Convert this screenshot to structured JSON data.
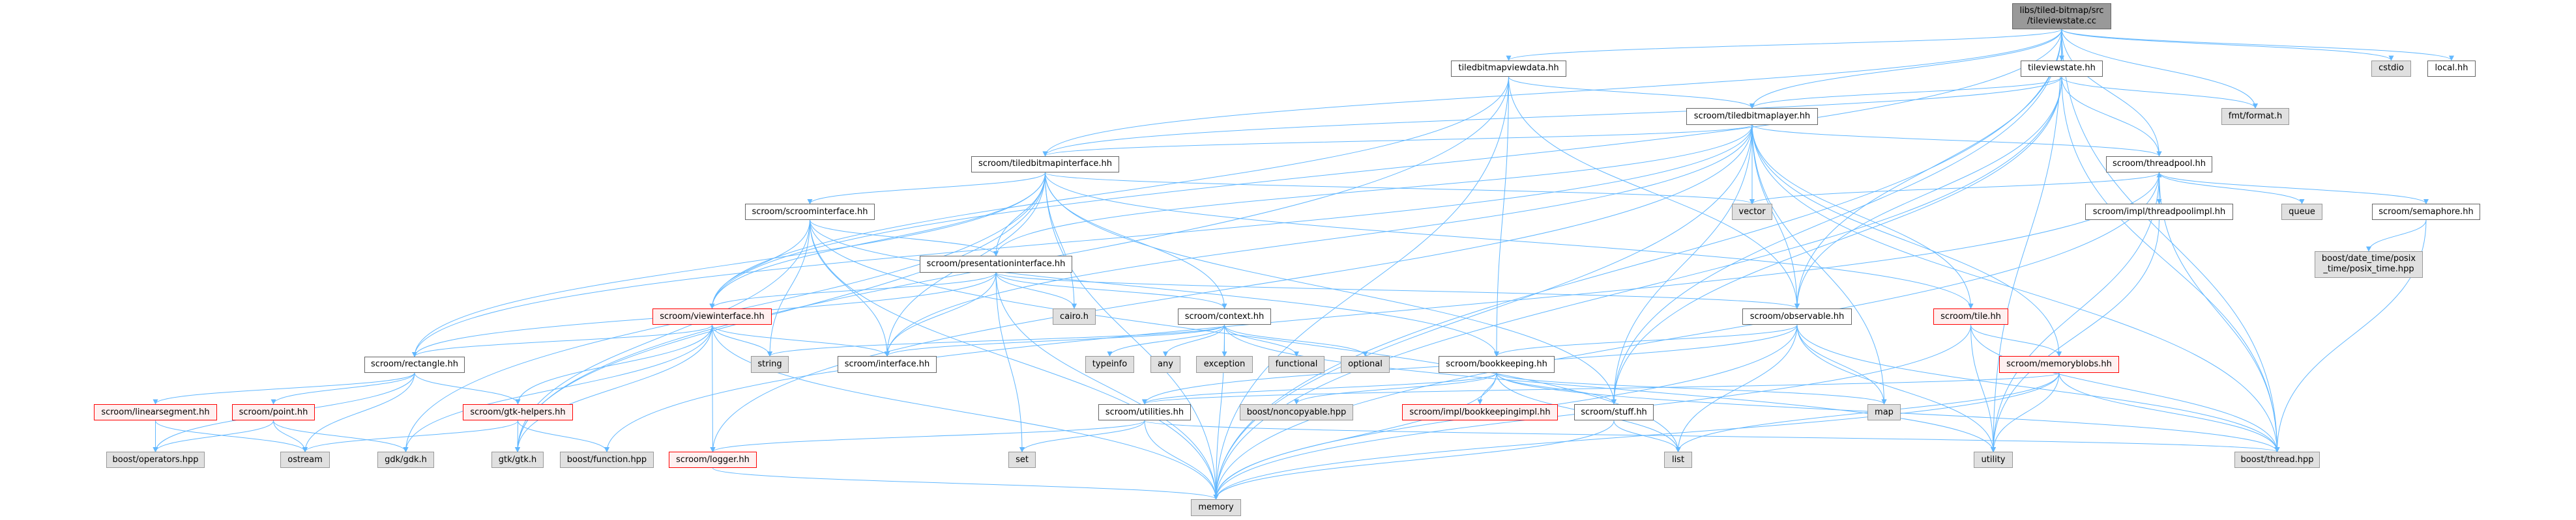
{
  "graph": {
    "title": "libs/tiled-bitmap/src/tileviewstate.cc",
    "edge_color": "#63b8ff",
    "nodes": [
      {
        "id": "main",
        "label": "libs/tiled-bitmap/src\n/tileviewstate.cc",
        "kind": "main"
      },
      {
        "id": "tileviewstate-hh",
        "label": "tileviewstate.hh",
        "kind": "file"
      },
      {
        "id": "cstdio",
        "label": "cstdio",
        "kind": "sys"
      },
      {
        "id": "local-hh",
        "label": "local.hh",
        "kind": "file"
      },
      {
        "id": "fmt-format",
        "label": "fmt/format.h",
        "kind": "sys"
      },
      {
        "id": "tiledbitmapviewdata",
        "label": "tiledbitmapviewdata.hh",
        "kind": "file"
      },
      {
        "id": "tiledbitmaplayer",
        "label": "scroom/tiledbitmaplayer.hh",
        "kind": "file"
      },
      {
        "id": "tiledbitmapinterface",
        "label": "scroom/tiledbitmapinterface.hh",
        "kind": "file"
      },
      {
        "id": "threadpool",
        "label": "scroom/threadpool.hh",
        "kind": "file"
      },
      {
        "id": "scroominterface",
        "label": "scroom/scroominterface.hh",
        "kind": "file"
      },
      {
        "id": "vector",
        "label": "vector",
        "kind": "sys"
      },
      {
        "id": "threadpoolimpl",
        "label": "scroom/impl/threadpoolimpl.hh",
        "kind": "file"
      },
      {
        "id": "queue",
        "label": "queue",
        "kind": "sys"
      },
      {
        "id": "semaphore",
        "label": "scroom/semaphore.hh",
        "kind": "file"
      },
      {
        "id": "presentationinterface",
        "label": "scroom/presentationinterface.hh",
        "kind": "file"
      },
      {
        "id": "posix-time",
        "label": "boost/date_time/posix\n_time/posix_time.hpp",
        "kind": "sys"
      },
      {
        "id": "viewinterface",
        "label": "scroom/viewinterface.hh",
        "kind": "trunc"
      },
      {
        "id": "cairo",
        "label": "cairo.h",
        "kind": "sys"
      },
      {
        "id": "context",
        "label": "scroom/context.hh",
        "kind": "file"
      },
      {
        "id": "observable",
        "label": "scroom/observable.hh",
        "kind": "file"
      },
      {
        "id": "tile",
        "label": "scroom/tile.hh",
        "kind": "trunc"
      },
      {
        "id": "rectangle",
        "label": "scroom/rectangle.hh",
        "kind": "file"
      },
      {
        "id": "string",
        "label": "string",
        "kind": "sys"
      },
      {
        "id": "interface",
        "label": "scroom/interface.hh",
        "kind": "file"
      },
      {
        "id": "typeinfo",
        "label": "typeinfo",
        "kind": "sys"
      },
      {
        "id": "any",
        "label": "any",
        "kind": "sys"
      },
      {
        "id": "exception",
        "label": "exception",
        "kind": "sys"
      },
      {
        "id": "functional",
        "label": "functional",
        "kind": "sys"
      },
      {
        "id": "optional",
        "label": "optional",
        "kind": "sys"
      },
      {
        "id": "bookkeeping",
        "label": "scroom/bookkeeping.hh",
        "kind": "file"
      },
      {
        "id": "memoryblobs",
        "label": "scroom/memoryblobs.hh",
        "kind": "trunc"
      },
      {
        "id": "linearsegment",
        "label": "scroom/linearsegment.hh",
        "kind": "trunc"
      },
      {
        "id": "point",
        "label": "scroom/point.hh",
        "kind": "trunc"
      },
      {
        "id": "gtk-helpers",
        "label": "scroom/gtk-helpers.hh",
        "kind": "trunc"
      },
      {
        "id": "utilities",
        "label": "scroom/utilities.hh",
        "kind": "file"
      },
      {
        "id": "noncopyable",
        "label": "boost/noncopyable.hpp",
        "kind": "sys"
      },
      {
        "id": "bookkeepingimpl",
        "label": "scroom/impl/bookkeepingimpl.hh",
        "kind": "trunc"
      },
      {
        "id": "stuff",
        "label": "scroom/stuff.hh",
        "kind": "file"
      },
      {
        "id": "map",
        "label": "map",
        "kind": "sys"
      },
      {
        "id": "boost-operators",
        "label": "boost/operators.hpp",
        "kind": "sys"
      },
      {
        "id": "ostream",
        "label": "ostream",
        "kind": "sys"
      },
      {
        "id": "gdk",
        "label": "gdk/gdk.h",
        "kind": "sys"
      },
      {
        "id": "gtk",
        "label": "gtk/gtk.h",
        "kind": "sys"
      },
      {
        "id": "boost-function",
        "label": "boost/function.hpp",
        "kind": "sys"
      },
      {
        "id": "logger",
        "label": "scroom/logger.hh",
        "kind": "trunc"
      },
      {
        "id": "set",
        "label": "set",
        "kind": "sys"
      },
      {
        "id": "list",
        "label": "list",
        "kind": "sys"
      },
      {
        "id": "utility",
        "label": "utility",
        "kind": "sys"
      },
      {
        "id": "boost-thread",
        "label": "boost/thread.hpp",
        "kind": "sys"
      },
      {
        "id": "memory",
        "label": "memory",
        "kind": "sys"
      }
    ],
    "edges": [
      [
        "main",
        "tileviewstate-hh"
      ],
      [
        "main",
        "fmt-format"
      ],
      [
        "main",
        "cstdio"
      ],
      [
        "main",
        "local-hh"
      ],
      [
        "main",
        "threadpool"
      ],
      [
        "main",
        "tiledbitmaplayer"
      ],
      [
        "main",
        "tiledbitmapviewdata"
      ],
      [
        "main",
        "tiledbitmapinterface"
      ],
      [
        "main",
        "observable"
      ],
      [
        "main",
        "stuff"
      ],
      [
        "main",
        "utility"
      ],
      [
        "main",
        "boost-thread"
      ],
      [
        "main",
        "memory"
      ],
      [
        "main",
        "viewinterface"
      ],
      [
        "tileviewstate-hh",
        "fmt-format"
      ],
      [
        "tileviewstate-hh",
        "threadpool"
      ],
      [
        "tileviewstate-hh",
        "tiledbitmaplayer"
      ],
      [
        "tileviewstate-hh",
        "observable"
      ],
      [
        "tileviewstate-hh",
        "tiledbitmapinterface"
      ],
      [
        "tileviewstate-hh",
        "boost-thread"
      ],
      [
        "tileviewstate-hh",
        "memory"
      ],
      [
        "tileviewstate-hh",
        "stuff"
      ],
      [
        "tiledbitmapviewdata",
        "tiledbitmaplayer"
      ],
      [
        "tiledbitmapviewdata",
        "bookkeeping"
      ],
      [
        "tiledbitmapviewdata",
        "observable"
      ],
      [
        "tiledbitmapviewdata",
        "viewinterface"
      ],
      [
        "tiledbitmapviewdata",
        "memory"
      ],
      [
        "tiledbitmapviewdata",
        "gtk"
      ],
      [
        "tiledbitmaplayer",
        "tiledbitmapinterface"
      ],
      [
        "tiledbitmaplayer",
        "threadpool"
      ],
      [
        "tiledbitmaplayer",
        "vector"
      ],
      [
        "tiledbitmaplayer",
        "observable"
      ],
      [
        "tiledbitmaplayer",
        "stuff"
      ],
      [
        "tiledbitmaplayer",
        "map"
      ],
      [
        "tiledbitmaplayer",
        "tile"
      ],
      [
        "tiledbitmaplayer",
        "memoryblobs"
      ],
      [
        "tiledbitmaplayer",
        "boost-thread"
      ],
      [
        "tiledbitmaplayer",
        "memory"
      ],
      [
        "tiledbitmaplayer",
        "presentationinterface"
      ],
      [
        "tiledbitmaplayer",
        "rectangle"
      ],
      [
        "tiledbitmaplayer",
        "logger"
      ],
      [
        "tiledbitmaplayer",
        "interface"
      ],
      [
        "tiledbitmapinterface",
        "scroominterface"
      ],
      [
        "tiledbitmapinterface",
        "presentationinterface"
      ],
      [
        "tiledbitmapinterface",
        "interface"
      ],
      [
        "tiledbitmapinterface",
        "cairo"
      ],
      [
        "tiledbitmapinterface",
        "context"
      ],
      [
        "tiledbitmapinterface",
        "viewinterface"
      ],
      [
        "tiledbitmapinterface",
        "rectangle"
      ],
      [
        "tiledbitmapinterface",
        "gdk"
      ],
      [
        "tiledbitmapinterface",
        "gtk"
      ],
      [
        "tiledbitmapinterface",
        "vector"
      ],
      [
        "tiledbitmapinterface",
        "tile"
      ],
      [
        "tiledbitmapinterface",
        "stuff"
      ],
      [
        "tiledbitmapinterface",
        "memory"
      ],
      [
        "scroominterface",
        "presentationinterface"
      ],
      [
        "scroominterface",
        "viewinterface"
      ],
      [
        "scroominterface",
        "string"
      ],
      [
        "scroominterface",
        "interface"
      ],
      [
        "scroominterface",
        "memory"
      ],
      [
        "scroominterface",
        "gtk"
      ],
      [
        "scroominterface",
        "bookkeeping"
      ],
      [
        "scroominterface",
        "list"
      ],
      [
        "presentationinterface",
        "viewinterface"
      ],
      [
        "presentationinterface",
        "interface"
      ],
      [
        "presentationinterface",
        "cairo"
      ],
      [
        "presentationinterface",
        "context"
      ],
      [
        "presentationinterface",
        "memory"
      ],
      [
        "presentationinterface",
        "set"
      ],
      [
        "presentationinterface",
        "observable"
      ],
      [
        "presentationinterface",
        "rectangle"
      ],
      [
        "viewinterface",
        "rectangle"
      ],
      [
        "viewinterface",
        "gtk-helpers"
      ],
      [
        "viewinterface",
        "string"
      ],
      [
        "viewinterface",
        "interface"
      ],
      [
        "viewinterface",
        "memory"
      ],
      [
        "viewinterface",
        "gtk"
      ],
      [
        "viewinterface",
        "gdk"
      ],
      [
        "viewinterface",
        "logger"
      ],
      [
        "rectangle",
        "linearsegment"
      ],
      [
        "rectangle",
        "point"
      ],
      [
        "rectangle",
        "gtk-helpers"
      ],
      [
        "rectangle",
        "ostream"
      ],
      [
        "rectangle",
        "boost-operators"
      ],
      [
        "linearsegment",
        "boost-operators"
      ],
      [
        "linearsegment",
        "ostream"
      ],
      [
        "point",
        "boost-operators"
      ],
      [
        "point",
        "ostream"
      ],
      [
        "point",
        "gdk"
      ],
      [
        "gtk-helpers",
        "ostream"
      ],
      [
        "gtk-helpers",
        "gtk"
      ],
      [
        "gtk-helpers",
        "boost-function"
      ],
      [
        "context",
        "typeinfo"
      ],
      [
        "context",
        "any"
      ],
      [
        "context",
        "exception"
      ],
      [
        "context",
        "functional"
      ],
      [
        "context",
        "optional"
      ],
      [
        "context",
        "string"
      ],
      [
        "context",
        "interface"
      ],
      [
        "context",
        "memory"
      ],
      [
        "context",
        "utility"
      ],
      [
        "observable",
        "bookkeeping"
      ],
      [
        "observable",
        "list"
      ],
      [
        "observable",
        "map"
      ],
      [
        "observable",
        "memory"
      ],
      [
        "observable",
        "utility"
      ],
      [
        "observable",
        "boost-thread"
      ],
      [
        "observable",
        "utilities"
      ],
      [
        "bookkeeping",
        "utilities"
      ],
      [
        "bookkeeping",
        "noncopyable"
      ],
      [
        "bookkeeping",
        "bookkeepingimpl"
      ],
      [
        "bookkeeping",
        "stuff"
      ],
      [
        "bookkeeping",
        "map"
      ],
      [
        "bookkeeping",
        "list"
      ],
      [
        "bookkeeping",
        "memory"
      ],
      [
        "bookkeeping",
        "boost-thread"
      ],
      [
        "utilities",
        "logger"
      ],
      [
        "utilities",
        "set"
      ],
      [
        "utilities",
        "memory"
      ],
      [
        "utilities",
        "boost-thread"
      ],
      [
        "logger",
        "memory"
      ],
      [
        "stuff",
        "list"
      ],
      [
        "stuff",
        "memory"
      ],
      [
        "threadpool",
        "threadpoolimpl"
      ],
      [
        "threadpool",
        "queue"
      ],
      [
        "threadpool",
        "semaphore"
      ],
      [
        "threadpool",
        "boost-thread"
      ],
      [
        "threadpool",
        "vector"
      ],
      [
        "threadpool",
        "memory"
      ],
      [
        "threadpool",
        "utility"
      ],
      [
        "threadpool",
        "boost-function"
      ],
      [
        "threadpoolimpl",
        "threadpool"
      ],
      [
        "threadpoolimpl",
        "utility"
      ],
      [
        "semaphore",
        "posix-time"
      ],
      [
        "semaphore",
        "boost-thread"
      ],
      [
        "tile",
        "memoryblobs"
      ],
      [
        "tile",
        "utility"
      ],
      [
        "tile",
        "boost-thread"
      ],
      [
        "tile",
        "memory"
      ],
      [
        "memoryblobs",
        "utility"
      ],
      [
        "memoryblobs",
        "list"
      ],
      [
        "memoryblobs",
        "boost-thread"
      ],
      [
        "memoryblobs",
        "memory"
      ],
      [
        "memoryblobs",
        "utilities"
      ]
    ]
  }
}
